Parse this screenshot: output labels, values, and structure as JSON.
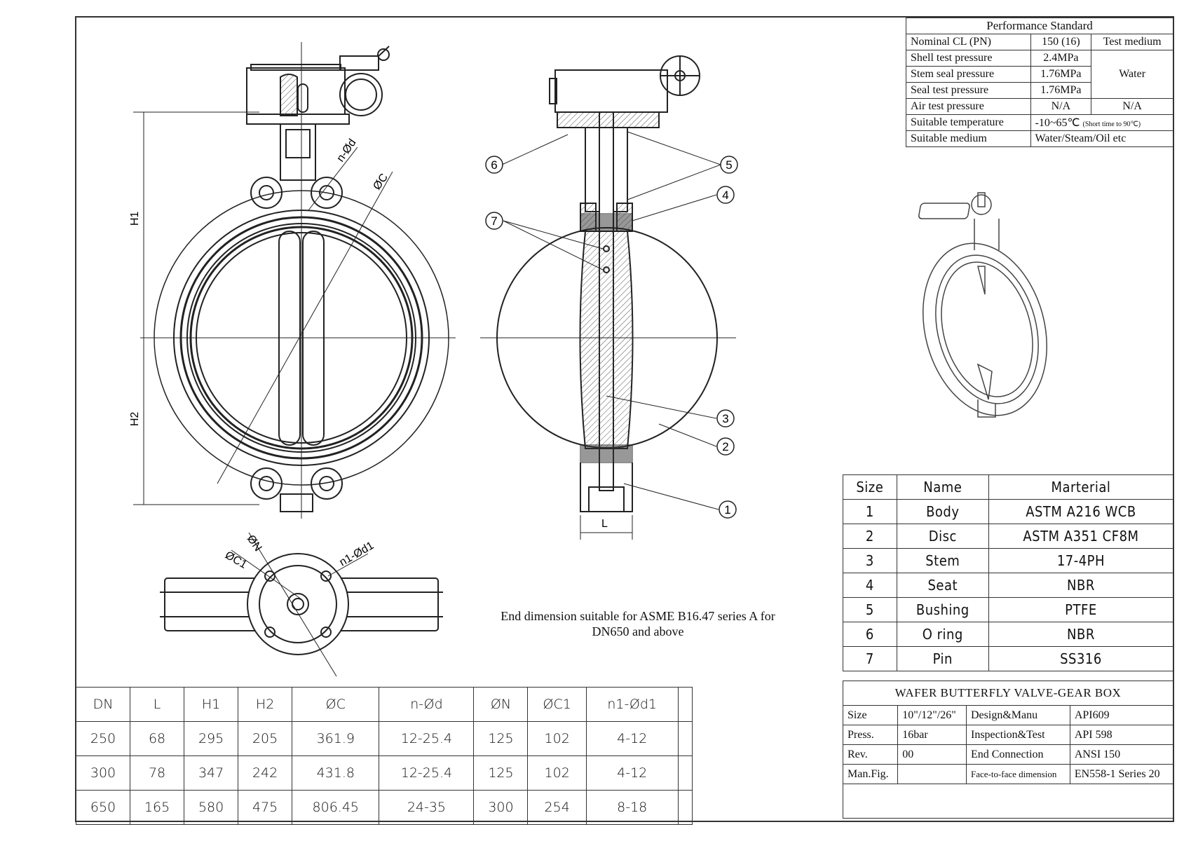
{
  "performance": {
    "title": "Performance Standard",
    "rows": [
      {
        "label": "Nominal CL (PN)",
        "value": "150 (16)",
        "extra": "Test medium"
      },
      {
        "label": "Shell test pressure",
        "value": "2.4MPa",
        "extra": "Water"
      },
      {
        "label": "Stem seal pressure",
        "value": "1.76MPa"
      },
      {
        "label": "Seal test pressure",
        "value": "1.76MPa"
      },
      {
        "label": "Air test pressure",
        "value": "N/A",
        "extra": "N/A"
      },
      {
        "label": "Suitable temperature",
        "value": "-10~65℃",
        "note": "(Short time to 90℃)"
      },
      {
        "label": "Suitable medium",
        "value": "Water/Steam/Oil etc"
      }
    ]
  },
  "parts": {
    "headers": [
      "Size",
      "Name",
      "Marterial"
    ],
    "rows": [
      [
        "1",
        "Body",
        "ASTM A216 WCB"
      ],
      [
        "2",
        "Disc",
        "ASTM A351 CF8M"
      ],
      [
        "3",
        "Stem",
        "17-4PH"
      ],
      [
        "4",
        "Seat",
        "NBR"
      ],
      [
        "5",
        "Bushing",
        "PTFE"
      ],
      [
        "6",
        "O ring",
        "NBR"
      ],
      [
        "7",
        "Pin",
        "SS316"
      ]
    ]
  },
  "title_block": {
    "title": "WAFER BUTTERFLY VALVE-GEAR BOX",
    "rows": [
      [
        "Size",
        "10\"/12\"/26\"",
        "Design&Manu",
        "API609"
      ],
      [
        "Press.",
        "16bar",
        "Inspection&Test",
        "API 598"
      ],
      [
        "Rev.",
        "00",
        "End Connection",
        "ANSI 150"
      ],
      [
        "Man.Fig.",
        "",
        "Face-to-face dimension",
        "EN558-1 Series 20"
      ]
    ]
  },
  "dimensions": {
    "headers": [
      "DN",
      "L",
      "H1",
      "H2",
      "ØC",
      "n-Ød",
      "ØN",
      "ØC1",
      "n1-Ød1",
      ""
    ],
    "rows": [
      [
        "250",
        "68",
        "295",
        "205",
        "361.9",
        "12-25.4",
        "125",
        "102",
        "4-12",
        ""
      ],
      [
        "300",
        "78",
        "347",
        "242",
        "431.8",
        "12-25.4",
        "125",
        "102",
        "4-12",
        ""
      ],
      [
        "650",
        "165",
        "580",
        "475",
        "806.45",
        "24-35",
        "300",
        "254",
        "8-18",
        ""
      ]
    ]
  },
  "note": {
    "line1": "End dimension suitable for ASME B16.47 series A for",
    "line2": "DN650 and above"
  },
  "labels": {
    "h1": "H1",
    "h2": "H2",
    "nd": "n-Ød",
    "oc": "ØC",
    "on": "ØN",
    "oc1": "ØC1",
    "n1d1": "n1-Ød1",
    "l": "L"
  },
  "callouts": [
    "1",
    "2",
    "3",
    "4",
    "5",
    "6",
    "7"
  ]
}
